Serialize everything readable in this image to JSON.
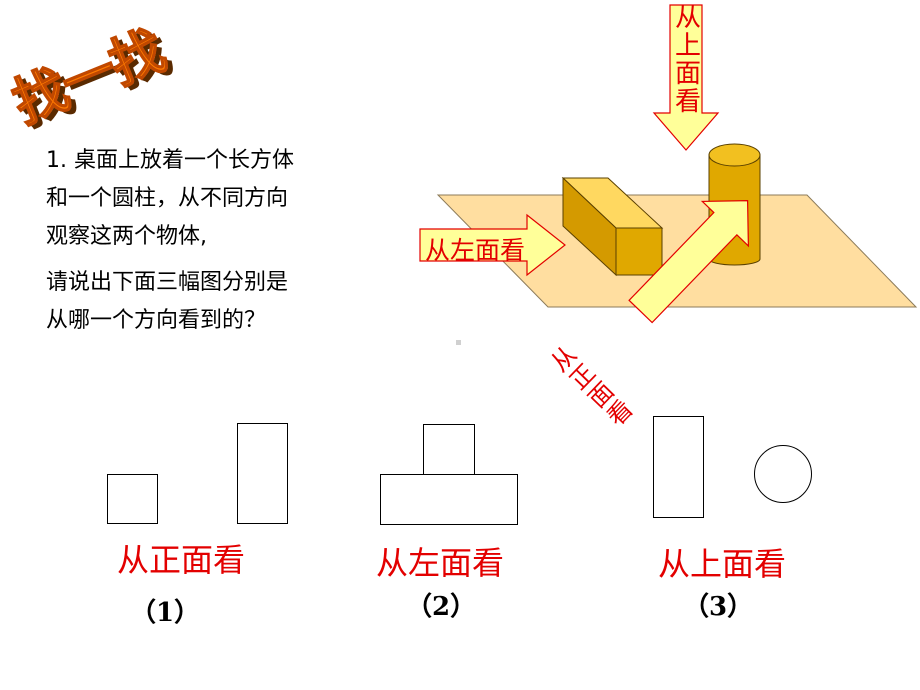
{
  "title": "找一找",
  "question": {
    "lines": [
      "1. 桌面上放着一个长方体",
      "和一个圆柱，从不同方向",
      "观察这两个物体,"
    ],
    "prompt": [
      "请说出下面三幅图分别是",
      "从哪一个方向看到的？"
    ]
  },
  "arrows": {
    "top": [
      "从",
      "上",
      "面",
      "看"
    ],
    "left": "从左面看",
    "front": [
      "从",
      "正",
      "面",
      "看"
    ]
  },
  "views": [
    {
      "answer": "从正面看",
      "number": "（1）"
    },
    {
      "answer": "从左面看",
      "number": "（2）"
    },
    {
      "answer": "从上面看",
      "number": "（3）"
    }
  ],
  "colors": {
    "accent": "#e30000",
    "arrow_fill": "#ffff99",
    "table_fill": "#ffdea0",
    "box_fill": "#e0a800",
    "title_fill": "#ff7a00"
  }
}
